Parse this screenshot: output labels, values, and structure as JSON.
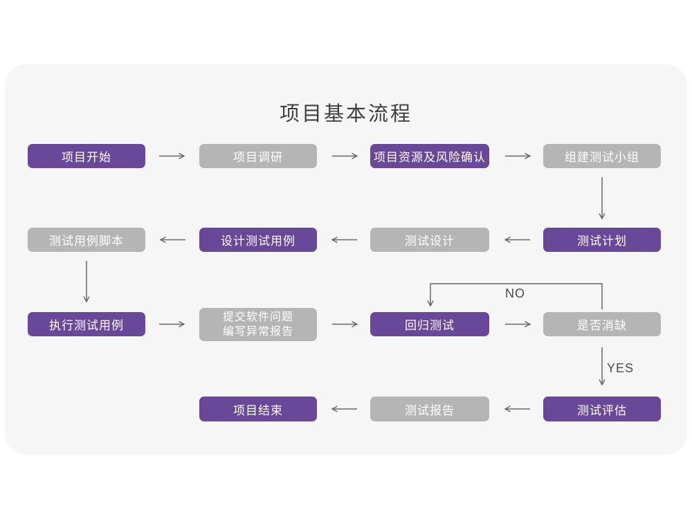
{
  "title": "项目基本流程",
  "colors": {
    "primary_box": "#6A4899",
    "secondary_box": "#B5B5B5",
    "box_text": "#FFFFFF",
    "card_background": "#F6F6F6",
    "page_background": "#FFFFFF",
    "arrow": "#666666",
    "title_text": "#3F3F3F",
    "branch_label_text": "#4A4A4A"
  },
  "branch_labels": {
    "no": "NO",
    "yes": "YES"
  },
  "nodes": {
    "project_start": {
      "label": "项目开始",
      "style": "primary"
    },
    "project_research": {
      "label": "项目调研",
      "style": "secondary"
    },
    "project_resources_risk": {
      "label": "项目资源及风险确认",
      "style": "primary"
    },
    "build_test_team": {
      "label": "组建测试小组",
      "style": "secondary"
    },
    "test_plan": {
      "label": "测试计划",
      "style": "primary"
    },
    "test_design": {
      "label": "测试设计",
      "style": "secondary"
    },
    "design_test_cases": {
      "label": "设计测试用例",
      "style": "primary"
    },
    "test_case_scripts": {
      "label": "测试用例脚本",
      "style": "secondary"
    },
    "execute_test_cases": {
      "label": "执行测试用例",
      "style": "primary"
    },
    "submit_problem_report": {
      "label_line1": "提交软件问题",
      "label_line2": "编写异常报告",
      "style": "secondary"
    },
    "regression_test": {
      "label": "回归测试",
      "style": "primary"
    },
    "defect_cleared": {
      "label": "是否消缺",
      "style": "secondary"
    },
    "test_evaluation": {
      "label": "测试评估",
      "style": "primary"
    },
    "test_report": {
      "label": "测试报告",
      "style": "secondary"
    },
    "project_end": {
      "label": "项目结束",
      "style": "primary"
    }
  },
  "edges": [
    {
      "from": "project_start",
      "to": "project_research",
      "direction": "right"
    },
    {
      "from": "project_research",
      "to": "project_resources_risk",
      "direction": "right"
    },
    {
      "from": "project_resources_risk",
      "to": "build_test_team",
      "direction": "right"
    },
    {
      "from": "build_test_team",
      "to": "test_plan",
      "direction": "down"
    },
    {
      "from": "test_plan",
      "to": "test_design",
      "direction": "left"
    },
    {
      "from": "test_design",
      "to": "design_test_cases",
      "direction": "left"
    },
    {
      "from": "design_test_cases",
      "to": "test_case_scripts",
      "direction": "left"
    },
    {
      "from": "test_case_scripts",
      "to": "execute_test_cases",
      "direction": "down"
    },
    {
      "from": "execute_test_cases",
      "to": "submit_problem_report",
      "direction": "right"
    },
    {
      "from": "submit_problem_report",
      "to": "regression_test",
      "direction": "right"
    },
    {
      "from": "regression_test",
      "to": "defect_cleared",
      "direction": "right"
    },
    {
      "from": "defect_cleared",
      "to": "regression_test",
      "direction": "loop-up-left",
      "label": "NO"
    },
    {
      "from": "defect_cleared",
      "to": "test_evaluation",
      "direction": "down",
      "label": "YES"
    },
    {
      "from": "test_evaluation",
      "to": "test_report",
      "direction": "left"
    },
    {
      "from": "test_report",
      "to": "project_end",
      "direction": "left"
    }
  ]
}
